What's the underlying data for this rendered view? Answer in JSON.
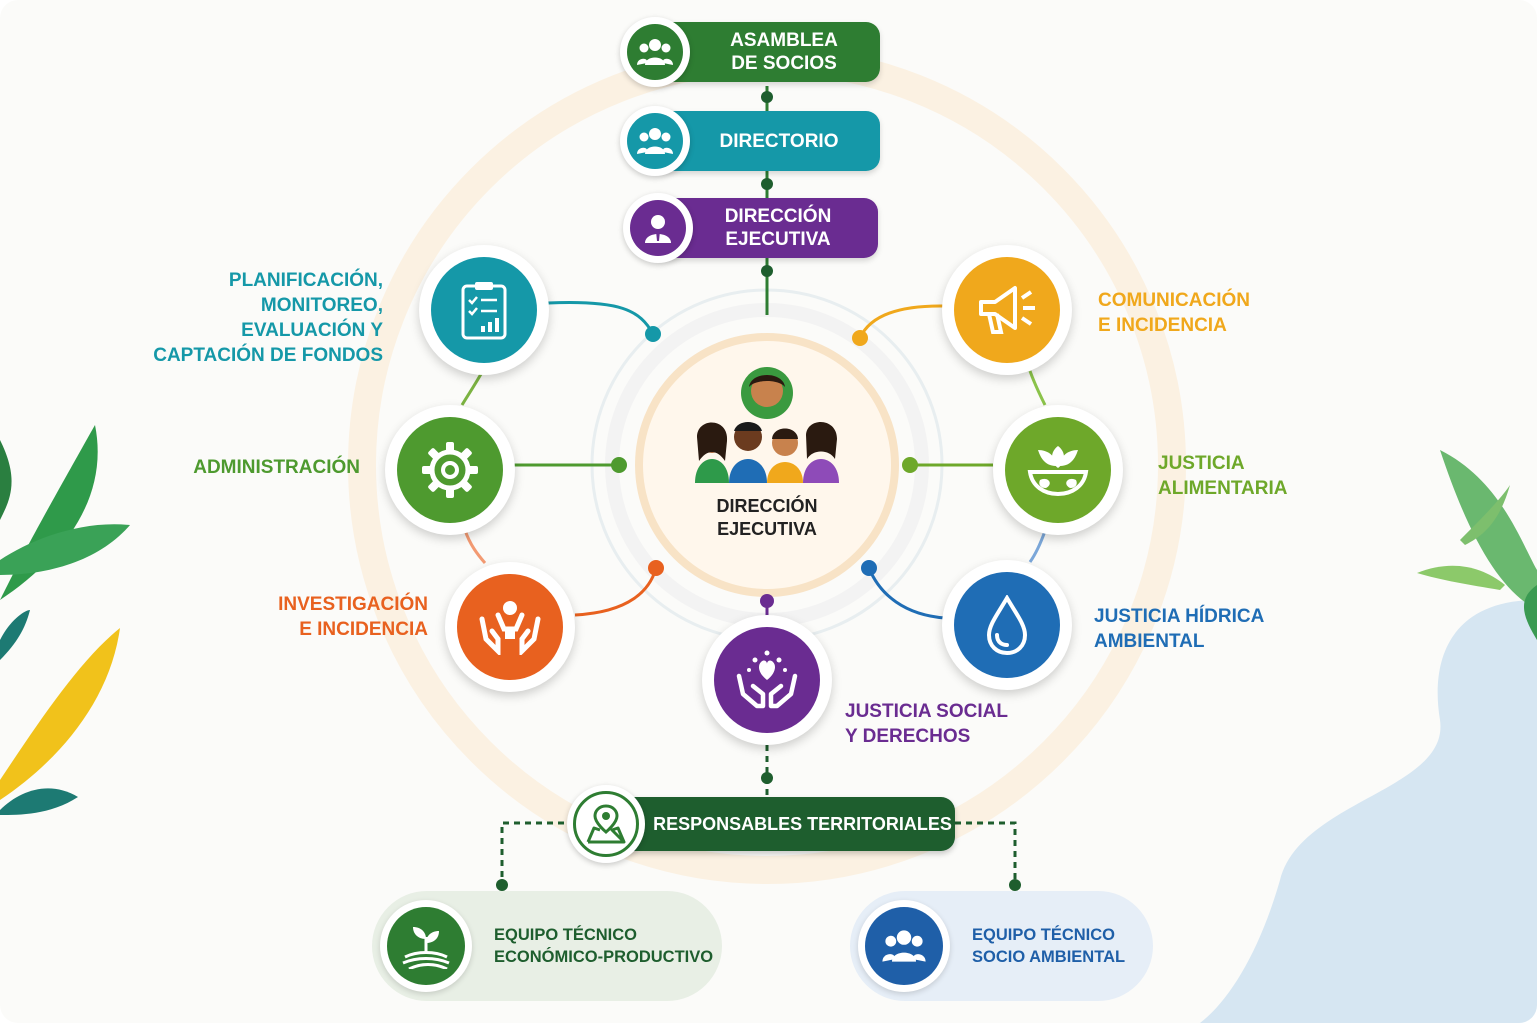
{
  "hierarchy": {
    "asamblea": "ASAMBLEA\nDE SOCIOS",
    "directorio": "DIRECTORIO",
    "direccion": "DIRECCIÓN\nEJECUTIVA"
  },
  "center": {
    "label": "DIRECCIÓN\nEJECUTIVA"
  },
  "areas": {
    "planificacion": "PLANIFICACIÓN,\nMONITOREO,\nEVALUACIÓN Y\nCAPTACIÓN DE FONDOS",
    "administracion": "ADMINISTRACIÓN",
    "investigacion": "INVESTIGACIÓN\nE INCIDENCIA",
    "comunicacion": "COMUNICACIÓN\nE INCIDENCIA",
    "alimentaria": "JUSTICIA\nALIMENTARIA",
    "hidrica": "JUSTICIA HÍDRICA\nAMBIENTAL",
    "social": "JUSTICIA SOCIAL\nY DERECHOS"
  },
  "territorial": {
    "label": "RESPONSABLES TERRITORIALES"
  },
  "teams": {
    "economico": "EQUIPO TÉCNICO\nECONÓMICO-PRODUCTIVO",
    "socio": "EQUIPO TÉCNICO\nSOCIO AMBIENTAL"
  },
  "colors": {
    "green_dark": "#2e7d32",
    "teal": "#1598a8",
    "purple": "#6a2c91",
    "green": "#4e9a2f",
    "orange": "#e8611f",
    "yellow": "#f0a81c",
    "lime": "#6ea82a",
    "blue": "#1f6db5",
    "violet": "#6a2c91",
    "forest": "#1e5e2e"
  },
  "icons": {
    "asamblea": "group-icon",
    "directorio": "group-icon",
    "direccion": "person-icon",
    "planificacion": "clipboard-chart-icon",
    "administracion": "gear-icon",
    "investigacion": "raised-hands-icon",
    "comunicacion": "megaphone-icon",
    "alimentaria": "plant-bowl-icon",
    "hidrica": "water-drop-icon",
    "social": "heart-hands-icon",
    "territorial": "map-pin-icon",
    "economico": "sprout-icon",
    "socio": "group-icon"
  }
}
